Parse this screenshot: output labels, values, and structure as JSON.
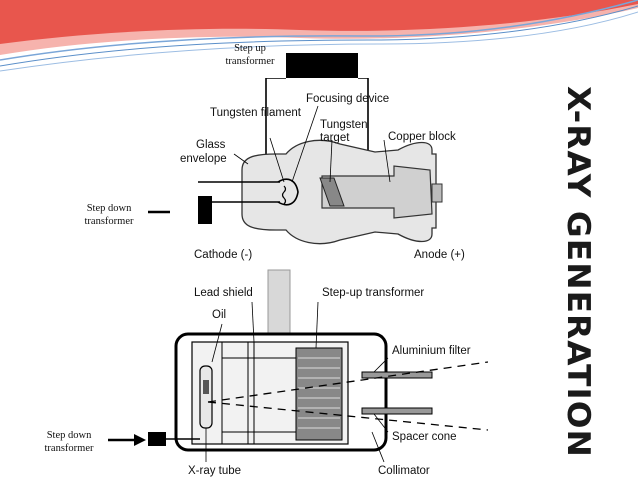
{
  "slide": {
    "title": "X-RAY GENERATION",
    "colors": {
      "banner_red": "#e8564d",
      "banner_pink": "#f6b3ad",
      "banner_blue": "#5b8fc9",
      "text": "#111111"
    }
  },
  "annotations": {
    "top_stepup": "Step up\ntransformer",
    "top_stepdown": "Step down\ntransformer",
    "bottom_stepdown": "Step down\ntransformer"
  },
  "top_diagram": {
    "labels": {
      "tungsten_filament": "Tungsten filament",
      "focusing_device": "Focusing device",
      "tungsten_target_1": "Tungsten",
      "tungsten_target_2": "target",
      "glass_1": "Glass",
      "glass_2": "envelope",
      "copper_block": "Copper block",
      "cathode": "Cathode (-)",
      "anode": "Anode (+)"
    }
  },
  "bottom_diagram": {
    "labels": {
      "lead_shield": "Lead shield",
      "stepup": "Step-up transformer",
      "oil": "Oil",
      "aluminium_filter": "Aluminium filter",
      "spacer_cone": "Spacer cone",
      "xray_tube": "X-ray tube",
      "collimator": "Collimator"
    }
  }
}
